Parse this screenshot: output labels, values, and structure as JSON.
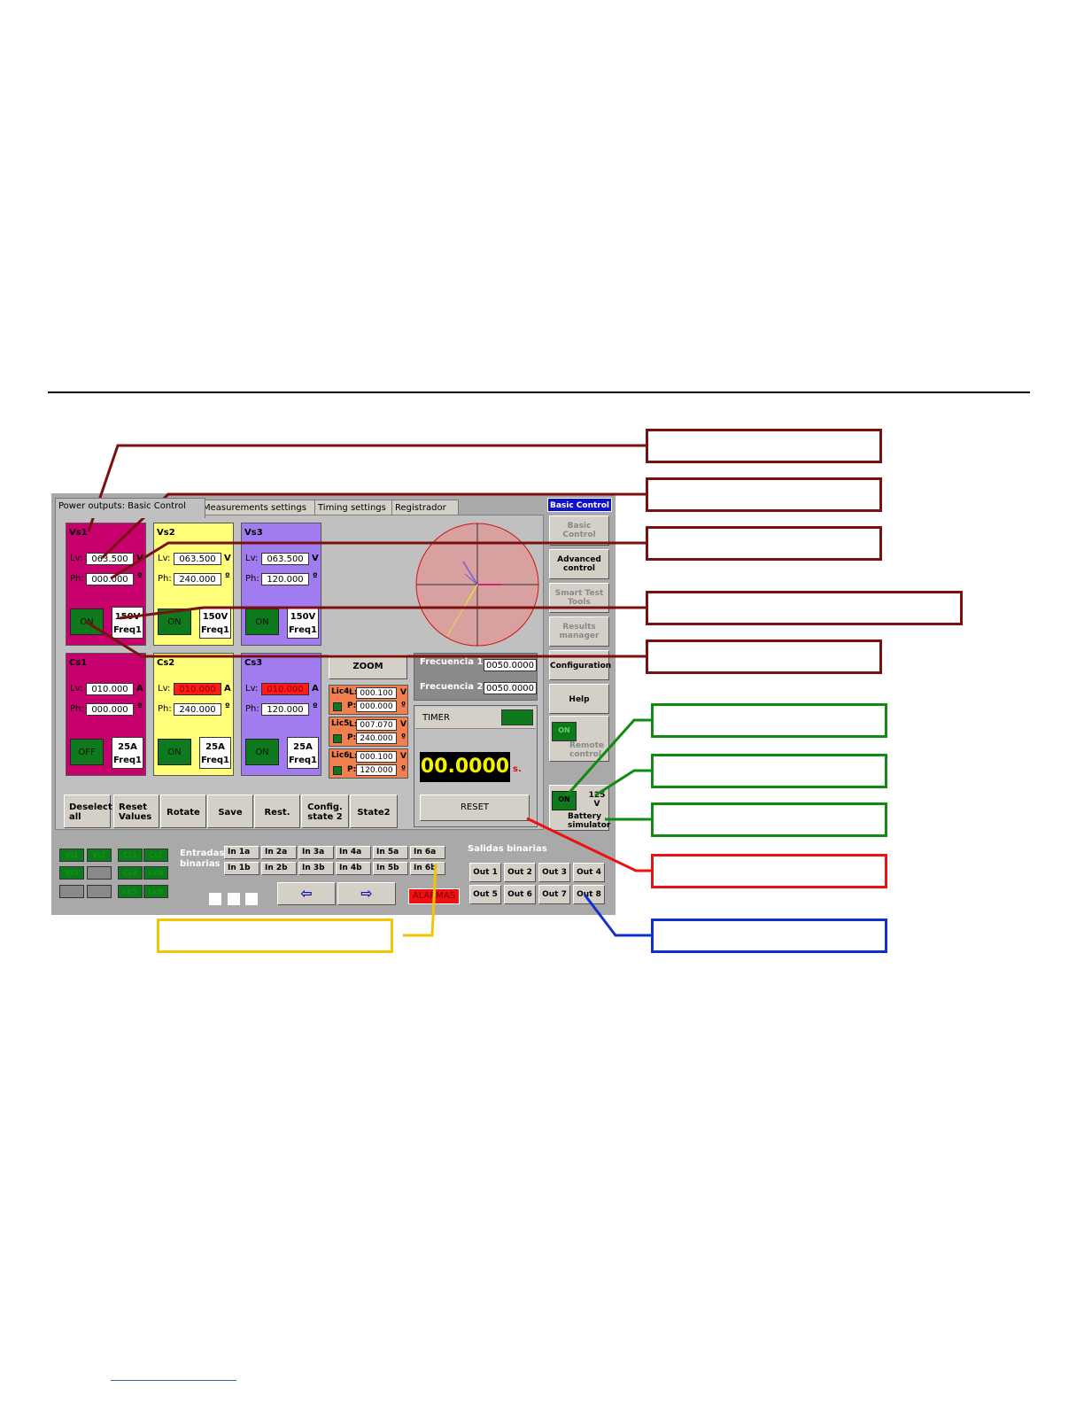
{
  "tabs": [
    "Power outputs: Basic Control",
    "Measurements settings",
    "Timing settings",
    "Registrador"
  ],
  "channels": {
    "vs1": {
      "name": "Vs1",
      "lv_label": "Lv:",
      "lv": "063.500",
      "lv_unit": "V",
      "ph_label": "Ph:",
      "ph": "000.000",
      "ph_unit": "º",
      "state": "ON",
      "range": "150V",
      "freq": "Freq1"
    },
    "vs2": {
      "name": "Vs2",
      "lv_label": "Lv:",
      "lv": "063.500",
      "lv_unit": "V",
      "ph_label": "Ph:",
      "ph": "240.000",
      "ph_unit": "º",
      "state": "ON",
      "range": "150V",
      "freq": "Freq1"
    },
    "vs3": {
      "name": "Vs3",
      "lv_label": "Lv:",
      "lv": "063.500",
      "lv_unit": "V",
      "ph_label": "Ph:",
      "ph": "120.000",
      "ph_unit": "º",
      "state": "ON",
      "range": "150V",
      "freq": "Freq1"
    },
    "cs1": {
      "name": "Cs1",
      "lv_label": "Lv:",
      "lv": "010.000",
      "lv_unit": "A",
      "ph_label": "Ph:",
      "ph": "000.000",
      "ph_unit": "º",
      "state": "OFF",
      "range": "25A",
      "freq": "Freq1"
    },
    "cs2": {
      "name": "Cs2",
      "lv_label": "Lv:",
      "lv": "010.000",
      "lv_unit": "A",
      "ph_label": "Ph:",
      "ph": "240.000",
      "ph_unit": "º",
      "state": "ON",
      "range": "25A",
      "freq": "Freq1"
    },
    "cs3": {
      "name": "Cs3",
      "lv_label": "Lv:",
      "lv": "010.000",
      "lv_unit": "A",
      "ph_label": "Ph:",
      "ph": "120.000",
      "ph_unit": "º",
      "state": "ON",
      "range": "25A",
      "freq": "Freq1"
    }
  },
  "zoom_label": "ZOOM",
  "lics": [
    {
      "name": "Lic4",
      "L_label": "L:",
      "L": "000.100",
      "L_unit": "V",
      "P_label": "P:",
      "P": "000.000",
      "P_unit": "º"
    },
    {
      "name": "Lic5",
      "L_label": "L:",
      "L": "007.070",
      "L_unit": "V",
      "P_label": "P:",
      "P": "240.000",
      "P_unit": "º"
    },
    {
      "name": "Lic6",
      "L_label": "L:",
      "L": "000.100",
      "L_unit": "V",
      "P_label": "P:",
      "P": "120.000",
      "P_unit": "º"
    }
  ],
  "freq": {
    "f1_label": "Frecuencia 1:",
    "f1": "0050.0000",
    "f2_label": "Frecuencia 2:",
    "f2": "0050.0000"
  },
  "timer": {
    "label": "TIMER",
    "value": "00.0000",
    "unit": "s.",
    "reset": "RESET"
  },
  "bottom_buttons": [
    [
      "Deselect",
      "all"
    ],
    [
      "Reset",
      "Values"
    ],
    [
      "Rotate",
      ""
    ],
    [
      "Save",
      ""
    ],
    [
      "Rest.",
      ""
    ],
    [
      "Config.",
      "state 2"
    ],
    [
      "State2",
      ""
    ]
  ],
  "sidebar": {
    "header": "Basic Control",
    "items": [
      [
        "Basic",
        "Control"
      ],
      [
        "Advanced",
        "control"
      ],
      [
        "Smart Test",
        "Tools"
      ],
      [
        "Results",
        "manager"
      ],
      [
        "Configuration",
        ""
      ],
      [
        "Help",
        ""
      ]
    ],
    "remote_state": "ON",
    "remote_label": [
      "Remote",
      "control"
    ],
    "battery_state": "ON",
    "battery_voltage": "125 V",
    "battery_label": [
      "Battery",
      "simulator"
    ]
  },
  "indicators": [
    "Vs1",
    "Vs2",
    "Cs1",
    "Cs2",
    "Vs3",
    "",
    "Cs3",
    "Lic4",
    "",
    "",
    "Lic5",
    "Lic6"
  ],
  "binary_inputs": {
    "label": [
      "Entradas",
      "binarias"
    ],
    "items": [
      "In 1a",
      "In 2a",
      "In 3a",
      "In 4a",
      "In 5a",
      "In 6a",
      "In 1b",
      "In 2b",
      "In 3b",
      "In 4b",
      "In 5b",
      "In 6b"
    ]
  },
  "alarm_label": "ALARMAS",
  "nav": {
    "prev": "⇦",
    "next": "⇨"
  },
  "binary_outputs": {
    "label": "Salidas binarias",
    "items": [
      "Out 1",
      "Out 2",
      "Out 3",
      "Out 4",
      "Out 5",
      "Out 6",
      "Out 7",
      "Out 8"
    ]
  },
  "colors": {
    "vs1": "#c8006e",
    "vs2": "#ffff7a",
    "vs3": "#a07cf0",
    "lic": "#f08050",
    "on_green": "#0f7a1d",
    "dark_red": "#7a1010",
    "green": "#118a11",
    "red": "#ee1111",
    "blue": "#1030d0",
    "yellow": "#f5c400"
  }
}
